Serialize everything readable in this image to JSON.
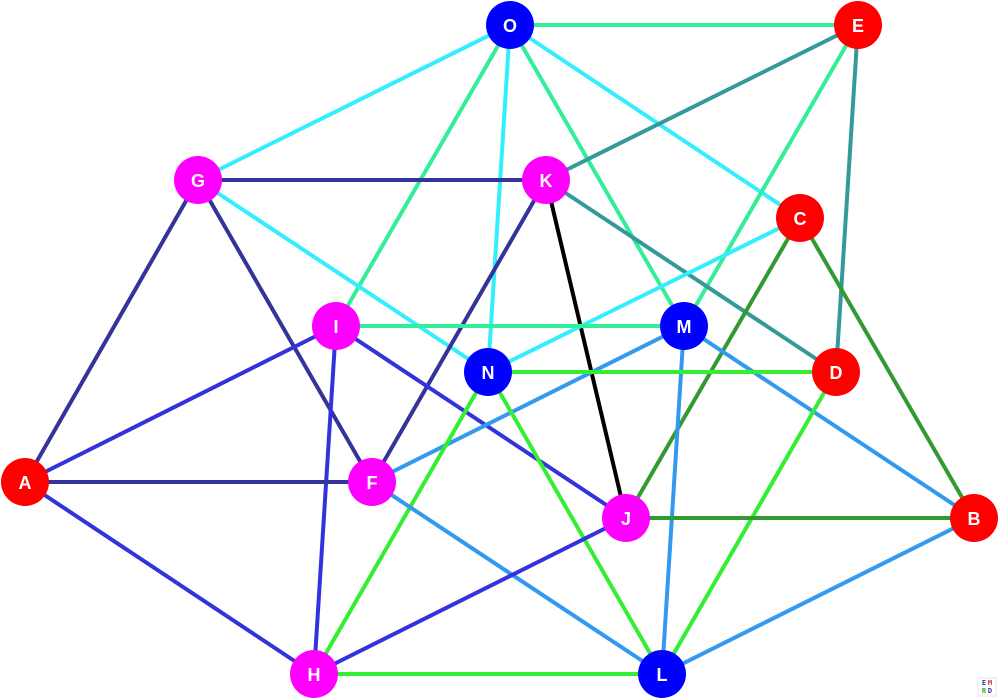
{
  "colors": {
    "red": "#ff0000",
    "magenta": "#ff00ff",
    "blue": "#0000ff",
    "edge_cyan": "#33eeff",
    "edge_mint": "#33ee99",
    "edge_teal": "#339999",
    "edge_navy": "#333399",
    "edge_indigo": "#3333dd",
    "edge_skyblue": "#3399ee",
    "edge_green": "#33ee33",
    "edge_darkgreen": "#339933",
    "edge_black": "#000000"
  },
  "nodes": [
    {
      "id": "O",
      "label": "O",
      "color": "blue"
    },
    {
      "id": "E",
      "label": "E",
      "color": "red"
    },
    {
      "id": "G",
      "label": "G",
      "color": "magenta"
    },
    {
      "id": "K",
      "label": "K",
      "color": "magenta"
    },
    {
      "id": "C",
      "label": "C",
      "color": "red"
    },
    {
      "id": "I",
      "label": "I",
      "color": "magenta"
    },
    {
      "id": "M",
      "label": "M",
      "color": "blue"
    },
    {
      "id": "N",
      "label": "N",
      "color": "blue"
    },
    {
      "id": "D",
      "label": "D",
      "color": "red"
    },
    {
      "id": "A",
      "label": "A",
      "color": "red"
    },
    {
      "id": "F",
      "label": "F",
      "color": "magenta"
    },
    {
      "id": "J",
      "label": "J",
      "color": "magenta"
    },
    {
      "id": "B",
      "label": "B",
      "color": "red"
    },
    {
      "id": "H",
      "label": "H",
      "color": "magenta"
    },
    {
      "id": "L",
      "label": "L",
      "color": "blue"
    }
  ],
  "edges": [
    {
      "from": "O",
      "to": "E",
      "color": "edge_mint"
    },
    {
      "from": "O",
      "to": "G",
      "color": "edge_cyan"
    },
    {
      "from": "O",
      "to": "I",
      "color": "edge_mint"
    },
    {
      "from": "O",
      "to": "N",
      "color": "edge_cyan"
    },
    {
      "from": "O",
      "to": "M",
      "color": "edge_mint"
    },
    {
      "from": "O",
      "to": "C",
      "color": "edge_cyan"
    },
    {
      "from": "E",
      "to": "K",
      "color": "edge_teal"
    },
    {
      "from": "E",
      "to": "M",
      "color": "edge_mint"
    },
    {
      "from": "E",
      "to": "D",
      "color": "edge_teal"
    },
    {
      "from": "G",
      "to": "K",
      "color": "edge_navy"
    },
    {
      "from": "G",
      "to": "N",
      "color": "edge_cyan"
    },
    {
      "from": "G",
      "to": "A",
      "color": "edge_navy"
    },
    {
      "from": "G",
      "to": "F",
      "color": "edge_navy"
    },
    {
      "from": "K",
      "to": "D",
      "color": "edge_teal"
    },
    {
      "from": "K",
      "to": "F",
      "color": "edge_navy"
    },
    {
      "from": "K",
      "to": "J",
      "color": "edge_black"
    },
    {
      "from": "C",
      "to": "N",
      "color": "edge_cyan"
    },
    {
      "from": "C",
      "to": "J",
      "color": "edge_darkgreen"
    },
    {
      "from": "C",
      "to": "B",
      "color": "edge_darkgreen"
    },
    {
      "from": "I",
      "to": "M",
      "color": "edge_mint"
    },
    {
      "from": "I",
      "to": "A",
      "color": "edge_indigo"
    },
    {
      "from": "I",
      "to": "H",
      "color": "edge_indigo"
    },
    {
      "from": "I",
      "to": "J",
      "color": "edge_indigo"
    },
    {
      "from": "M",
      "to": "F",
      "color": "edge_skyblue"
    },
    {
      "from": "M",
      "to": "B",
      "color": "edge_skyblue"
    },
    {
      "from": "M",
      "to": "L",
      "color": "edge_skyblue"
    },
    {
      "from": "N",
      "to": "D",
      "color": "edge_green"
    },
    {
      "from": "N",
      "to": "H",
      "color": "edge_green"
    },
    {
      "from": "N",
      "to": "L",
      "color": "edge_green"
    },
    {
      "from": "D",
      "to": "L",
      "color": "edge_green"
    },
    {
      "from": "A",
      "to": "F",
      "color": "edge_navy"
    },
    {
      "from": "A",
      "to": "H",
      "color": "edge_indigo"
    },
    {
      "from": "F",
      "to": "L",
      "color": "edge_skyblue"
    },
    {
      "from": "J",
      "to": "B",
      "color": "edge_darkgreen"
    },
    {
      "from": "J",
      "to": "H",
      "color": "edge_indigo"
    },
    {
      "from": "B",
      "to": "L",
      "color": "edge_skyblue"
    },
    {
      "from": "H",
      "to": "L",
      "color": "edge_green"
    }
  ],
  "logo": {
    "line1": "EM",
    "line2": "RD"
  }
}
